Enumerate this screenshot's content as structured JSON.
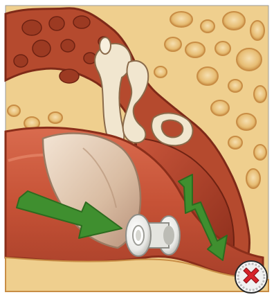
{
  "scene": {
    "subject": "ear-canal-cross-section-with-ear-tube",
    "colors": {
      "bone": "#efcf8e",
      "bone_pore": "#d9a45a",
      "tissue": "#b54a2e",
      "tissue_dark": "#7e2a18",
      "membrane": "#dcc3a8",
      "ossicle": "#f1e6cf",
      "arrow": "#3f8f2f",
      "arrow_dark": "#2d6b1f",
      "grommet": "#f5f5f2",
      "badge_ring": "#e9e9e9",
      "badge_x": "#d8232a"
    },
    "arrows": [
      {
        "name": "airflow-in-arrow",
        "icon": "arrow-right"
      },
      {
        "name": "fluid-drain-arrow",
        "icon": "zigzag-arrow-down"
      }
    ]
  },
  "badge": {
    "icon": "close-icon",
    "glyph": "✕"
  }
}
